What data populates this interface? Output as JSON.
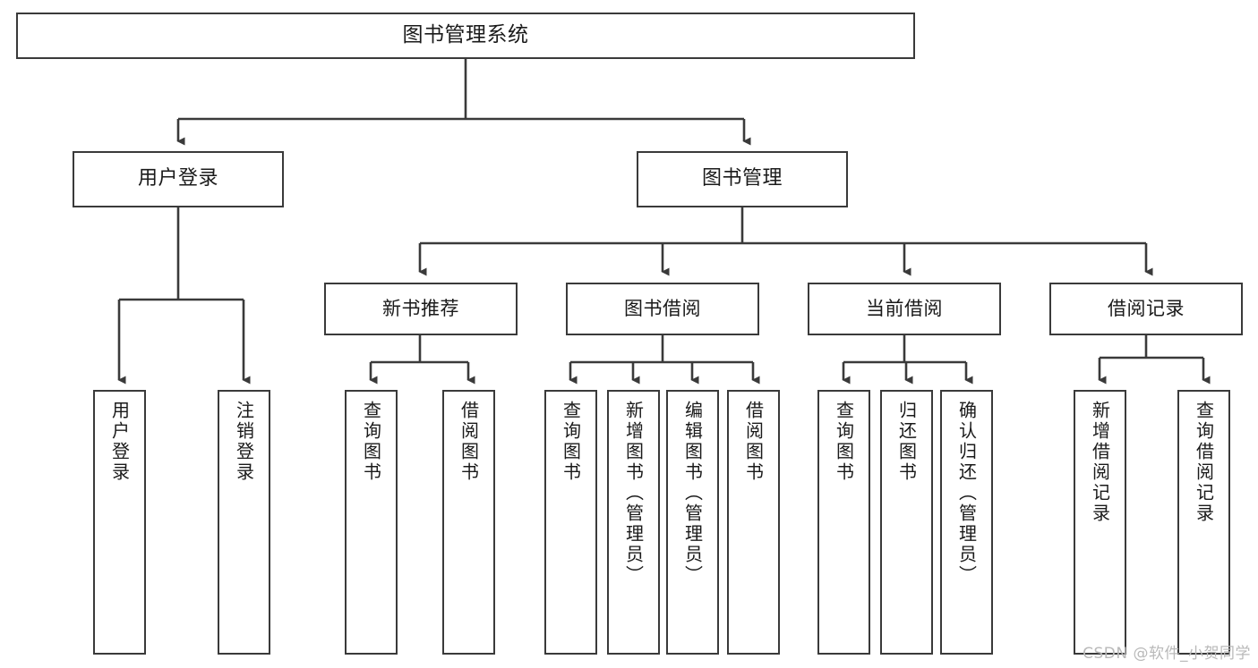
{
  "diagram": {
    "type": "tree-hierarchy",
    "title": "图书管理系统",
    "watermark": "CSDN @软件_小贺同学",
    "colors": {
      "stroke": "#3a3a3a",
      "fill": "#ffffff",
      "text": "#1a1a1a",
      "watermark": "#b9b9b9"
    },
    "nodes": {
      "root": {
        "label": "图书管理系统"
      },
      "level2": [
        {
          "label": "用户登录"
        },
        {
          "label": "图书管理"
        }
      ],
      "level3": [
        {
          "label": "新书推荐"
        },
        {
          "label": "图书借阅"
        },
        {
          "label": "当前借阅"
        },
        {
          "label": "借阅记录"
        }
      ],
      "leaves": {
        "user_login": [
          {
            "label": "用户登录"
          },
          {
            "label": "注销登录"
          }
        ],
        "new_book": [
          {
            "label": "查询图书"
          },
          {
            "label": "借阅图书"
          }
        ],
        "book_borrow": [
          {
            "label": "查询图书"
          },
          {
            "label": "新增图书（管理员）"
          },
          {
            "label": "编辑图书（管理员）"
          },
          {
            "label": "借阅图书"
          }
        ],
        "current_borrow": [
          {
            "label": "查询图书"
          },
          {
            "label": "归还图书"
          },
          {
            "label": "确认归还（管理员）"
          }
        ],
        "borrow_record": [
          {
            "label": "新增借阅记录"
          },
          {
            "label": "查询借阅记录"
          }
        ]
      }
    }
  }
}
